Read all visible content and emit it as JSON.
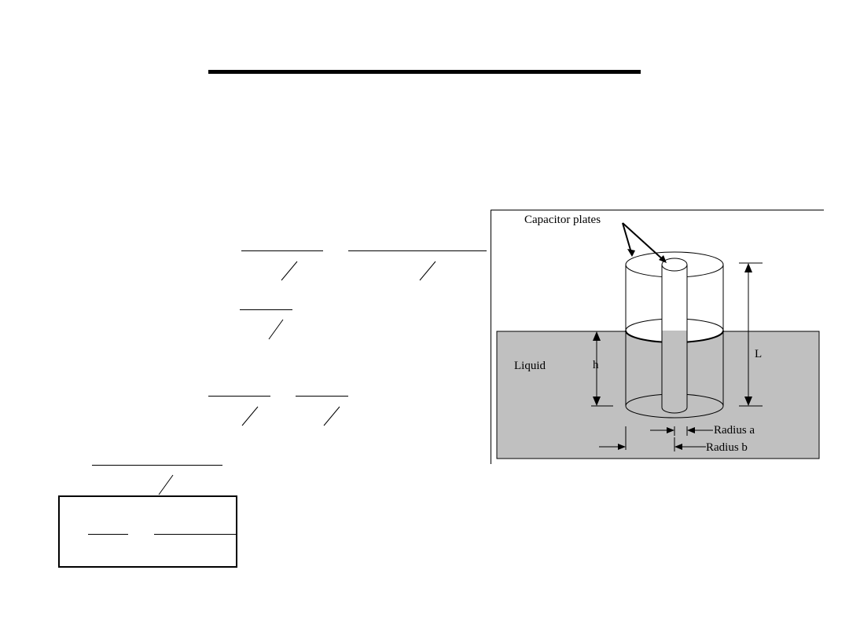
{
  "diagram": {
    "callout_label": "Capacitor plates",
    "liquid_label": "Liquid",
    "height_label": "h",
    "length_label": "L",
    "inner_radius_label": "Radius a",
    "outer_radius_label": "Radius b"
  },
  "colors": {
    "liquid_fill": "#c0c0c0",
    "ink": "#000000",
    "background": "#ffffff"
  }
}
